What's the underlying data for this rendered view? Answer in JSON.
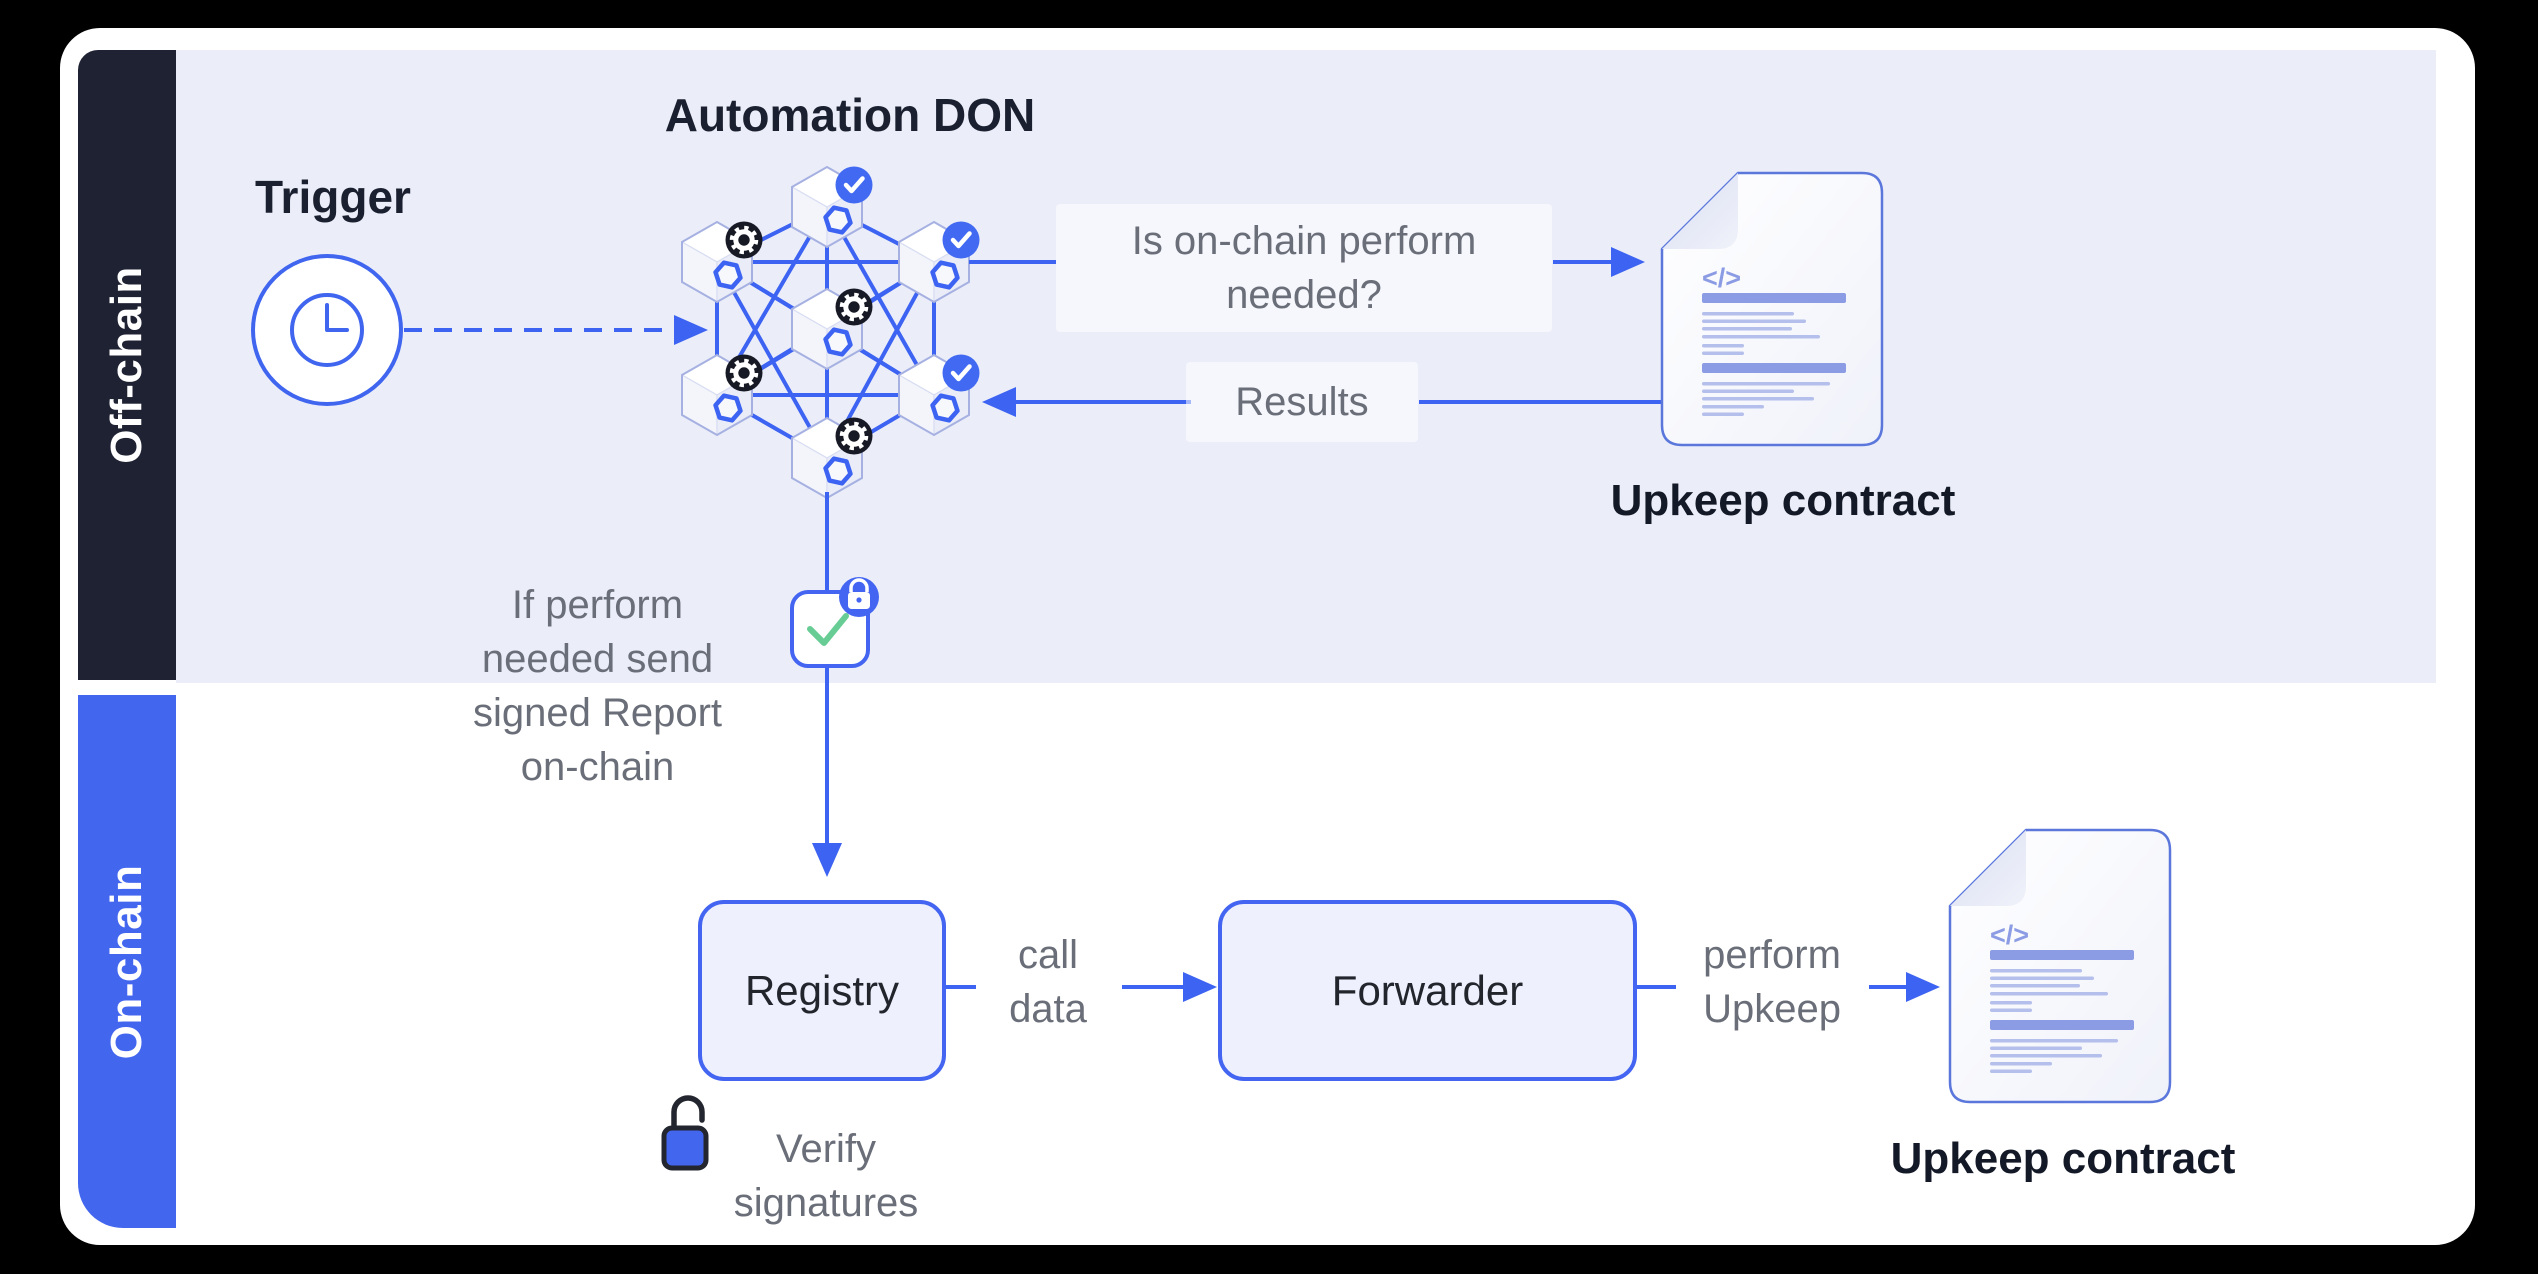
{
  "frame": {
    "offchain_label": "Off-chain",
    "onchain_label": "On-chain"
  },
  "offchain": {
    "trigger_label": "Trigger",
    "don_title": "Automation DON",
    "question": "Is on-chain perform\nneeded?",
    "results": "Results",
    "upkeep_contract_label": "Upkeep contract"
  },
  "bridge": {
    "if_perform": "If perform\nneeded send\nsigned Report\non-chain"
  },
  "onchain": {
    "registry_label": "Registry",
    "call_data": "call\ndata",
    "forwarder_label": "Forwarder",
    "perform_upkeep": "perform\nUpkeep",
    "verify_signatures": "Verify\nsignatures",
    "upkeep_contract_label": "Upkeep contract"
  },
  "icons": {
    "trigger": "clock-icon",
    "don_done_badge": "check-icon",
    "don_compute_badge": "gear-icon",
    "report_check": "green-check-icon",
    "report_lock": "lock-icon",
    "registry_verify": "unlock-icon",
    "contract_file": "code-document-icon",
    "code_glyph": "</>"
  },
  "colors": {
    "accent_blue": "#3D63F2",
    "sidebar_dark": "#1F2233",
    "sidebar_blue": "#4366EF",
    "offchain_bg": "#EBEEF9",
    "badge_dark": "#171A24",
    "success_green": "#68CD95",
    "text_dark": "#1B2030",
    "text_grey": "#6A6E78",
    "doc_bar": "#8C9CE4",
    "doc_line": "#B5BFEC"
  }
}
